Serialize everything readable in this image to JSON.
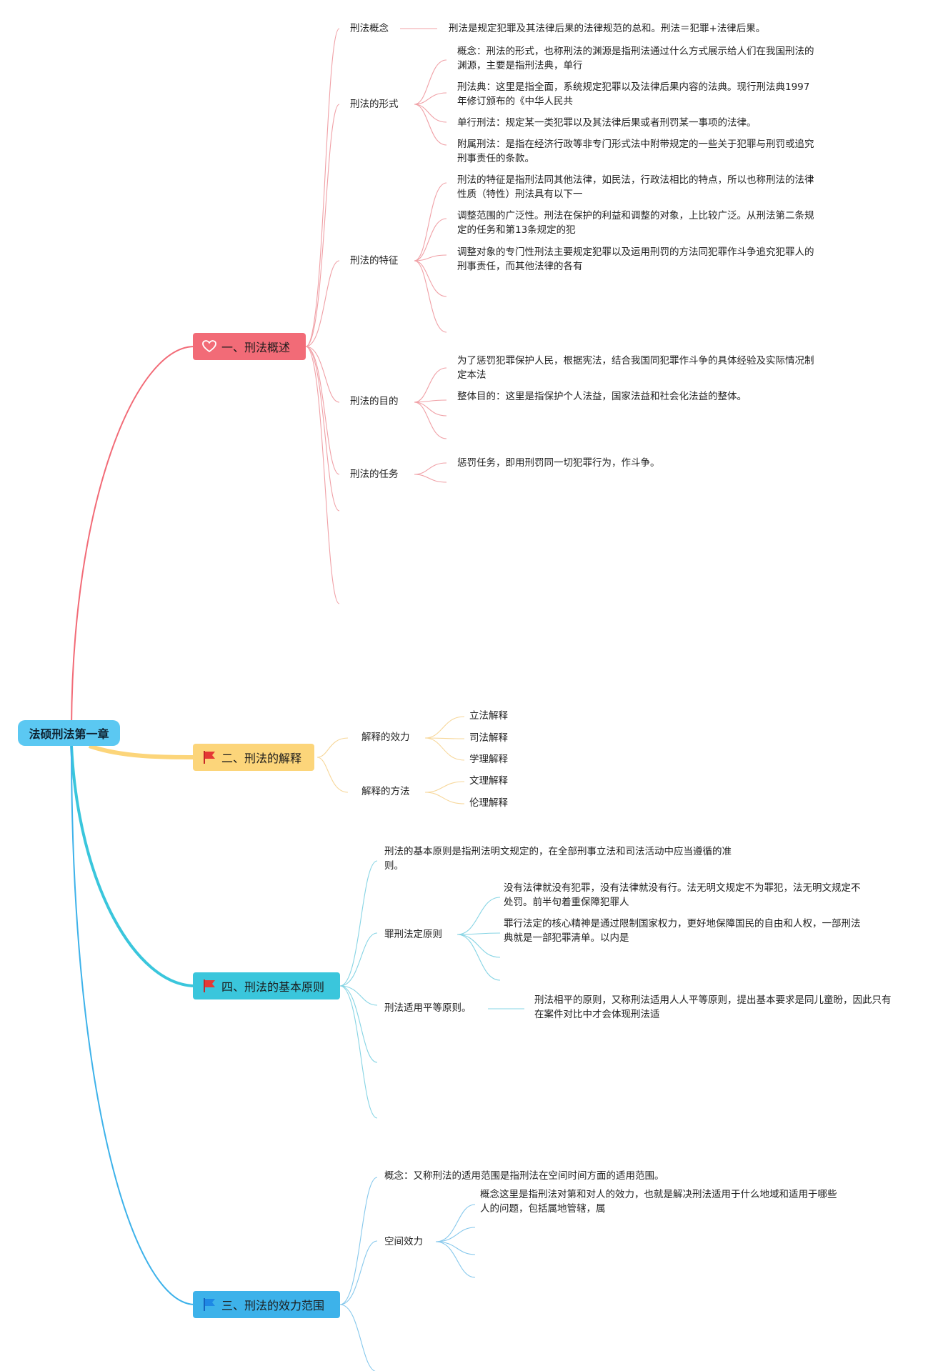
{
  "colors": {
    "root": "#5bc8f2",
    "branch1": "#f26b77",
    "branch2": "#fcd57a",
    "branch4": "#3ac6dc",
    "branch3": "#3db2ea",
    "link1": "#f0a0a6",
    "link2": "#f7d79a",
    "link4": "#86d4e4",
    "link3": "#86c8ec"
  },
  "root": {
    "label": "法硕刑法第一章"
  },
  "b1": {
    "label": "一、刑法概述",
    "icon": "heart-icon",
    "c1": {
      "label": "刑法概念",
      "note": "刑法是规定犯罪及其法律后果的法律规范的总和。刑法＝犯罪+法律后果。"
    },
    "c2": {
      "label": "刑法的形式",
      "n1": "概念：刑法的形式，也称刑法的渊源是指刑法通过什么方式展示给人们在我国刑法的渊源，主要是指刑法典，单行",
      "n2": "刑法典：这里是指全面，系统规定犯罪以及法律后果内容的法典。现行刑法典1997年修订颁布的《中华人民共",
      "n3": "单行刑法：规定某一类犯罪以及其法律后果或者刑罚某一事项的法律。",
      "n4": "附属刑法：是指在经济行政等非专门形式法中附带规定的一些关于犯罪与刑罚或追究刑事责任的条款。"
    },
    "c3": {
      "label": "刑法的特征",
      "n1": "刑法的特征是指刑法同其他法律，如民法，行政法相比的特点，所以也称刑法的法律性质（特性）刑法具有以下一",
      "n2": "调整范围的广泛性。刑法在保护的利益和调整的对象，上比较广泛。从刑法第二条规定的任务和第13条规定的犯",
      "n3": "调整对象的专门性刑法主要规定犯罪以及运用刑罚的方法同犯罪作斗争追究犯罪人的刑事责任，而其他法律的各有"
    },
    "c4": {
      "label": "刑法的目的",
      "n1": "为了惩罚犯罪保护人民，根据宪法，结合我国同犯罪作斗争的具体经验及实际情况制定本法",
      "n2": "整体目的：这里是指保护个人法益，国家法益和社会化法益的整体。"
    },
    "c5": {
      "label": "刑法的任务",
      "n1": "惩罚任务，即用刑罚同一切犯罪行为，作斗争。"
    }
  },
  "b2": {
    "label": "二、刑法的解释",
    "icon": "flag-red-icon",
    "c1": {
      "label": "解释的效力",
      "n1": "立法解释",
      "n2": "司法解释",
      "n3": "学理解释"
    },
    "c2": {
      "label": "解释的方法",
      "n1": "文理解释",
      "n2": "伦理解释"
    }
  },
  "b4": {
    "label": "四、刑法的基本原则",
    "icon": "flag-red-icon",
    "n0": "刑法的基本原则是指刑法明文规定的，在全部刑事立法和司法活动中应当遵循的准则。",
    "c1": {
      "label": "罪刑法定原则",
      "n1": "没有法律就没有犯罪，没有法律就没有行。法无明文规定不为罪犯，法无明文规定不处罚。前半句着重保障犯罪人",
      "n2": "罪行法定的核心精神是通过限制国家权力，更好地保障国民的自由和人权，一部刑法典就是一部犯罪清单。以内是"
    },
    "c2": {
      "label": "刑法适用平等原则。",
      "n1": "刑法相平的原则，又称刑法适用人人平等原则，提出基本要求是同儿童盼，因此只有在案件对比中才会体现刑法适"
    }
  },
  "b3": {
    "label": "三、刑法的效力范围",
    "icon": "flag-blue-icon",
    "n0": "概念：又称刑法的适用范围是指刑法在空间时间方面的适用范围。",
    "c1": {
      "label": "空间效力",
      "n1": "概念这里是指刑法对第和对人的效力，也就是解决刑法适用于什么地域和适用于哪些人的问题，包括属地管辖，属"
    }
  }
}
